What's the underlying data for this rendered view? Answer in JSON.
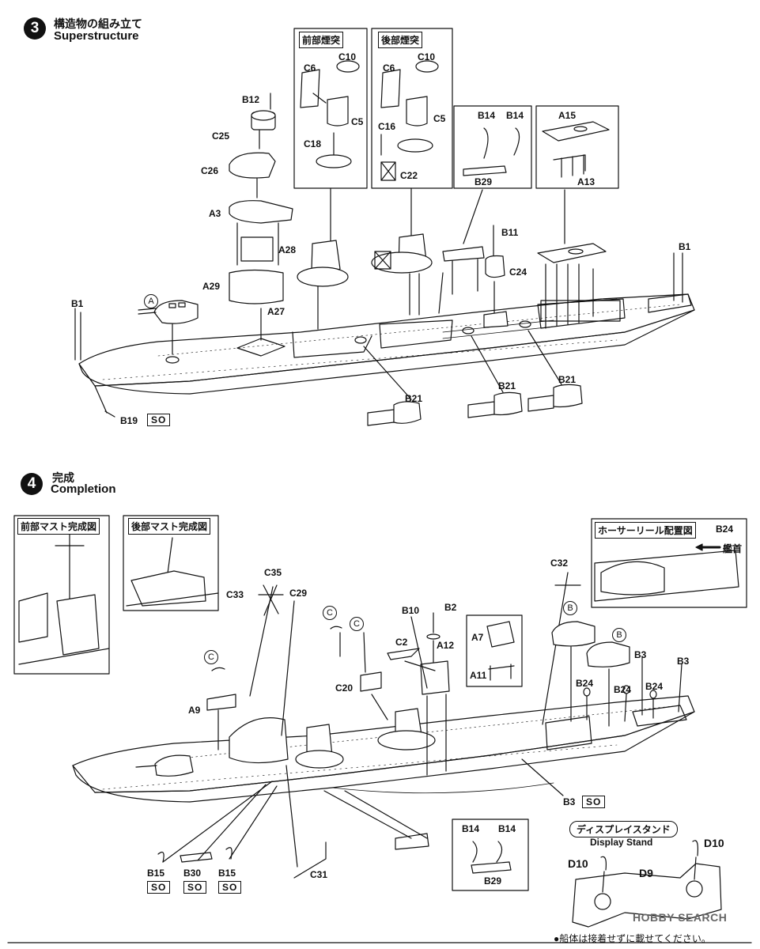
{
  "step3": {
    "number": "3",
    "title_jp": "構造物の組み立て",
    "title_en": "Superstructure"
  },
  "step4": {
    "number": "4",
    "title_jp": "完成",
    "title_en": "Completion"
  },
  "boxes": {
    "fwd_funnel": "前部煙突",
    "aft_funnel": "後部煙突",
    "fwd_mast": "前部マスト完成図",
    "aft_mast": "後部マスト完成図",
    "hose_reel": "ホーサーリール配置図",
    "hose_reel_part": "B24",
    "bow": "艦首",
    "display_stand": "ディスプレイスタンド",
    "display_stand_en": "Display Stand"
  },
  "callouts": {
    "A": "A",
    "B": "B",
    "C": "C"
  },
  "so": "SO",
  "parts": {
    "B12": "B12",
    "C25": "C25",
    "C26": "C26",
    "A3": "A3",
    "A28": "A28",
    "A29": "A29",
    "A27": "A27",
    "C6": "C6",
    "C10": "C10",
    "C5": "C5",
    "C18": "C18",
    "C16": "C16",
    "C22": "C22",
    "B14": "B14",
    "B29": "B29",
    "A15": "A15",
    "A13": "A13",
    "B11": "B11",
    "C24": "C24",
    "B1": "B1",
    "B19": "B19",
    "B21": "B21",
    "C35": "C35",
    "C33": "C33",
    "C29": "C29",
    "C32": "C32",
    "B10": "B10",
    "B2": "B2",
    "C2": "C2",
    "A12": "A12",
    "A7": "A7",
    "A11": "A11",
    "C20": "C20",
    "A9": "A9",
    "B3": "B3",
    "B24": "B24",
    "B15": "B15",
    "B30": "B30",
    "C31": "C31",
    "D10": "D10",
    "D9": "D9"
  },
  "footer_note": "●船体は接着せずに載せてください。",
  "watermark": "HOBBY SEARCH"
}
